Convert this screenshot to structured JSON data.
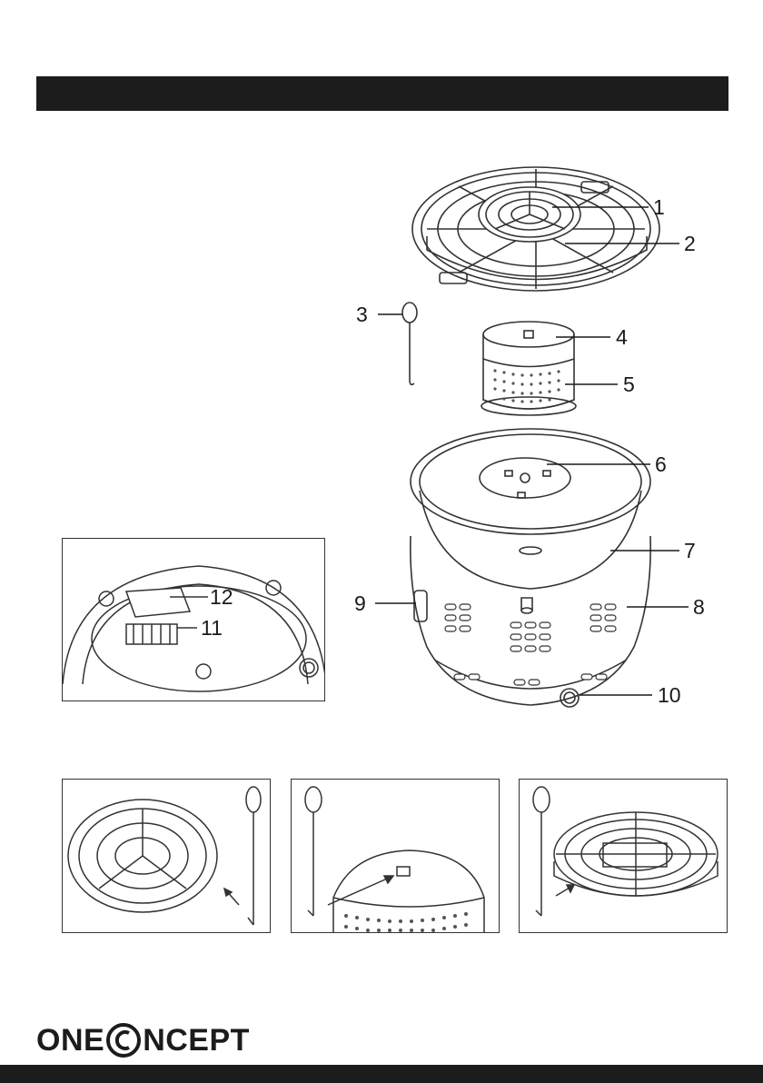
{
  "header": {
    "title": ""
  },
  "callouts": {
    "c1": "1",
    "c2": "2",
    "c3": "3",
    "c4": "4",
    "c5": "5",
    "c6": "6",
    "c7": "7",
    "c8": "8",
    "c9": "9",
    "c10": "10",
    "c11": "11",
    "c12": "12"
  },
  "footer": {
    "brand_left": "ONE",
    "brand_right": "NCEPT"
  },
  "colors": {
    "bar": "#1c1c1c",
    "line": "#333333"
  }
}
